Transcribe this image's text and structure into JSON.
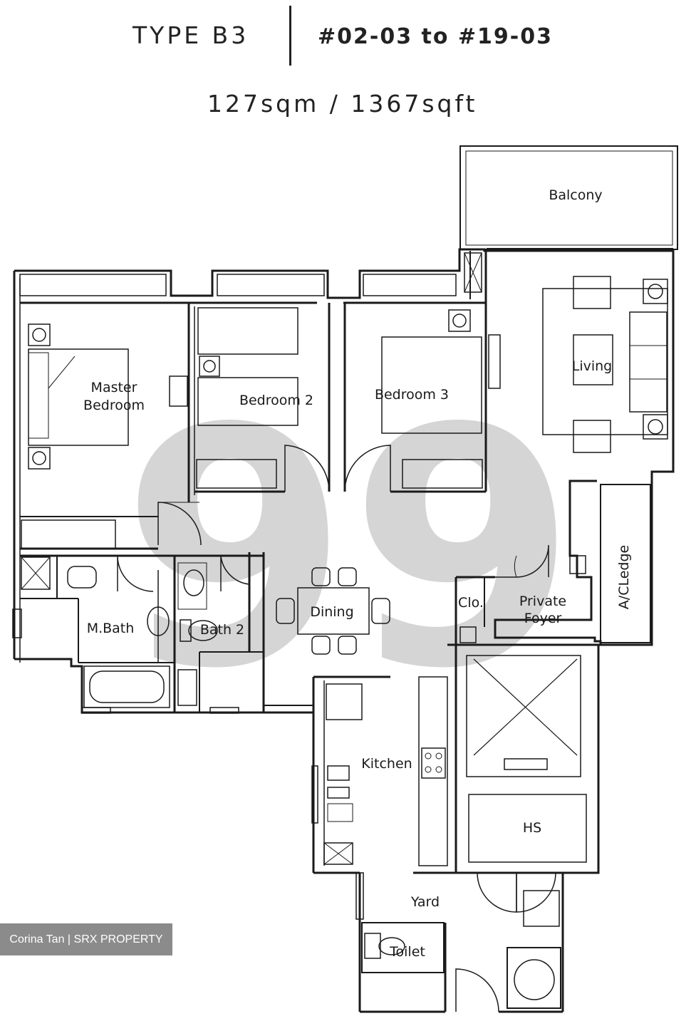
{
  "header": {
    "type_label": "TYPE B3",
    "unit_range": "#02-03 to #19-03",
    "area": "127sqm / 1367sqft"
  },
  "rooms": {
    "balcony": "Balcony",
    "living": "Living",
    "master_bedroom_line1": "Master",
    "master_bedroom_line2": "Bedroom",
    "bedroom2": "Bedroom 2",
    "bedroom3": "Bedroom 3",
    "dining": "Dining",
    "m_bath": "M.Bath",
    "bath2": "Bath 2",
    "clo": "Clo.",
    "private_foyer_line1": "Private",
    "private_foyer_line2": "Foyer",
    "ac_ledge": "A/CLedge",
    "kitchen": "Kitchen",
    "hs": "HS",
    "yard": "Yard",
    "toilet": "Toilet"
  },
  "watermark_number": "99",
  "credit": "Corina Tan | SRX PROPERTY"
}
